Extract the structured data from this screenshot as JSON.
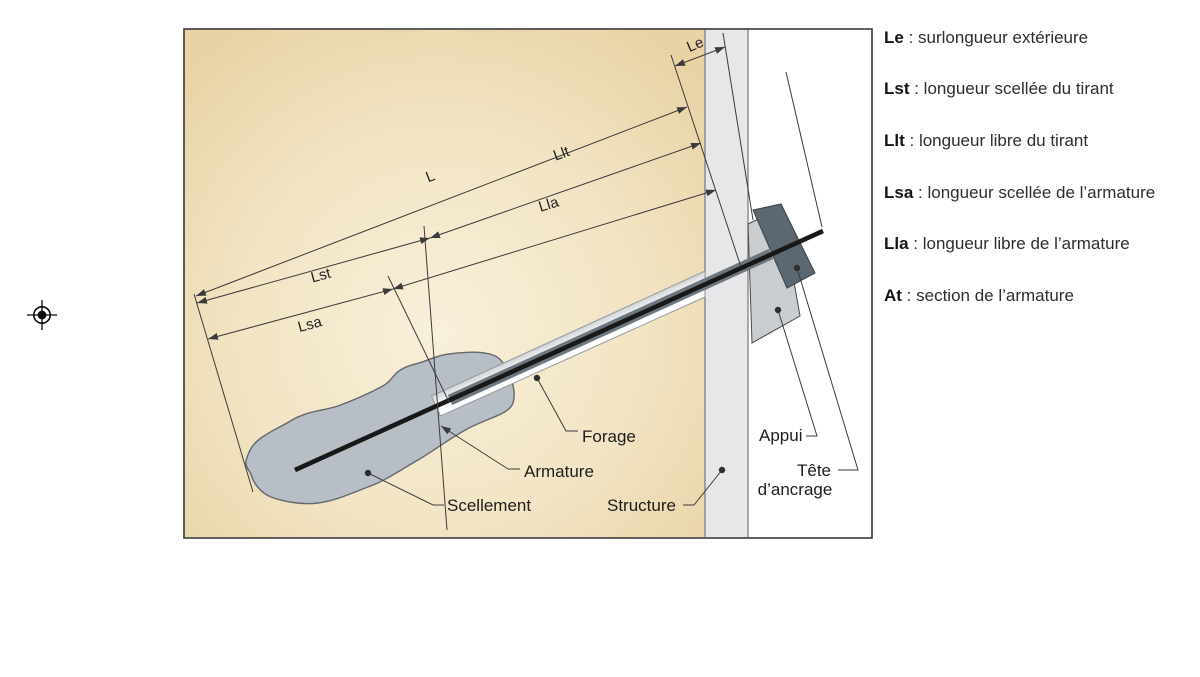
{
  "legend": {
    "separator": " : ",
    "items": [
      {
        "term": "Le",
        "definition": "surlongueur extérieure"
      },
      {
        "term": "Lst",
        "definition": "longueur scellée du tirant"
      },
      {
        "term": "Llt",
        "definition": "longueur libre du tirant"
      },
      {
        "term": "Lsa",
        "definition": "longueur scellée de l’armature"
      },
      {
        "term": "Lla",
        "definition": "longueur libre de l’armature"
      },
      {
        "term": "At",
        "definition": "section de l’armature"
      }
    ]
  },
  "diagram": {
    "dimensions": {
      "le": "Le",
      "l": "L",
      "llt": "Llt",
      "lla": "Lla",
      "lst": "Lst",
      "lsa": "Lsa"
    },
    "parts": {
      "forage": "Forage",
      "armature": "Armature",
      "scellement": "Scellement",
      "structure": "Structure",
      "appui": "Appui",
      "tete_line1": "Tête",
      "tete_line2": "d’ancrage"
    }
  },
  "colors": {
    "soil_center": "#f9f0da",
    "soil_edge": "#e9d3a6",
    "structure_strip": "#e7e7e9",
    "grout": "#b7bec5",
    "grout_outline": "#63686d",
    "borehole_light": "#ffffff",
    "borehole_shade": "#b9bfc4",
    "sheath": "#6d7780",
    "bar": "#181818",
    "anchor_head": "#5b6771",
    "bearing_plate": "#c9cdd0",
    "line": "#3b3b3b",
    "frame": "#3a3a3a",
    "text": "#1d1d1d"
  }
}
